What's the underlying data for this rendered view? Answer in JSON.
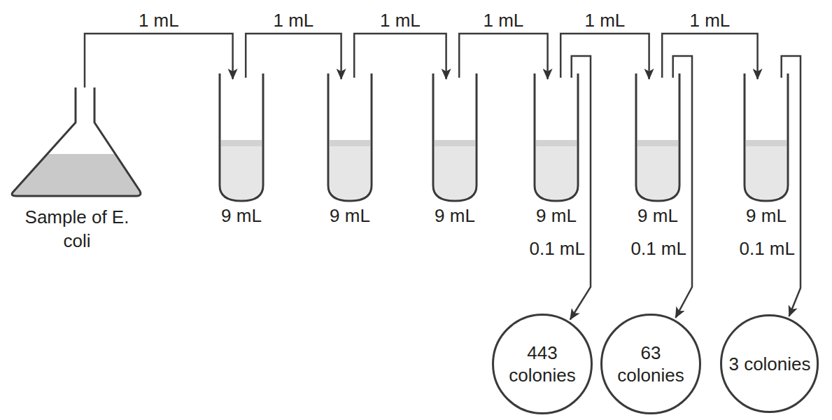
{
  "diagram": {
    "nodes": [
      {
        "text": [
          "Sample of E. coli"
        ]
      },
      {
        "text": [
          "9 mL"
        ]
      },
      {
        "text": [
          "9 mL"
        ]
      },
      {
        "text": [
          "9 mL"
        ]
      },
      {
        "text": [
          "9 mL"
        ]
      },
      {
        "text": [
          "9 mL"
        ]
      },
      {
        "text": [
          "9 mL"
        ]
      },
      {
        "text": [
          "443 colonies"
        ]
      },
      {
        "text": [
          "63 colonies"
        ]
      },
      {
        "text": [
          "3 colonies"
        ]
      }
    ],
    "edges": [
      {
        "from": 0,
        "to": 1,
        "label": "1 mL",
        "arrow": "to"
      },
      {
        "from": 1,
        "to": 2,
        "label": "1 mL",
        "arrow": "to"
      },
      {
        "from": 2,
        "to": 3,
        "label": "1 mL",
        "arrow": "to"
      },
      {
        "from": 3,
        "to": 4,
        "label": "1 mL",
        "arrow": "to"
      },
      {
        "from": 4,
        "to": 5,
        "label": "1 mL",
        "arrow": "to"
      },
      {
        "from": 5,
        "to": 6,
        "label": "1 mL",
        "arrow": "to"
      },
      {
        "from": 4,
        "to": 7,
        "label": "0.1 mL",
        "arrow": "to"
      },
      {
        "from": 5,
        "to": 8,
        "label": "0.1 mL",
        "arrow": "to"
      },
      {
        "from": 6,
        "to": 9,
        "label": "0.1 mL",
        "arrow": "to"
      }
    ]
  }
}
